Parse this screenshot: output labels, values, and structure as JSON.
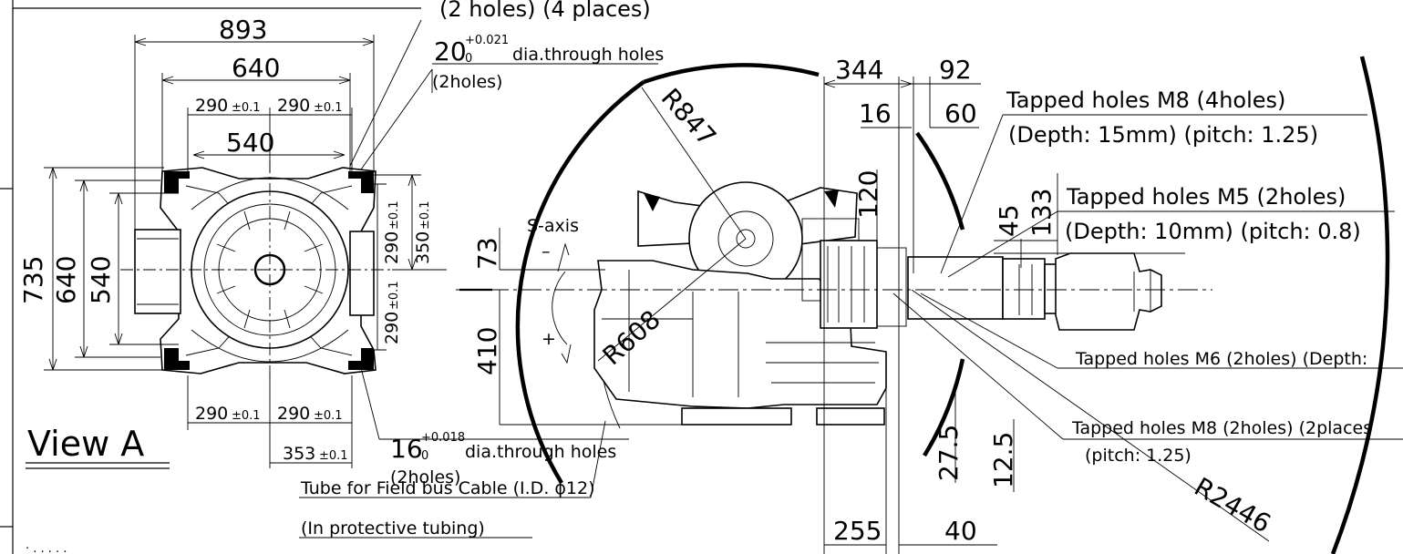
{
  "view_a": {
    "label": "View A",
    "dims": {
      "w893": "893",
      "w640": "640",
      "w290a": "290",
      "w290a_tol": "±0.1",
      "w290b": "290",
      "w290b_tol": "±0.1",
      "w540": "540",
      "h735": "735",
      "h640": "640",
      "h540": "540",
      "v290a": "290",
      "v290a_tol": "±0.1",
      "v350": "350",
      "v350_tol": "±0.1",
      "v290b": "290",
      "v290b_tol": "±0.1",
      "b290a": "290",
      "b290a_tol": "±0.1",
      "b290b": "290",
      "b290b_tol": "±0.1",
      "b353": "353",
      "b353_tol": "±0.1"
    },
    "notes": {
      "top_partial": "(2 holes) (4 places)",
      "hole20_value": "20",
      "hole20_upper": "+0.021",
      "hole20_lower": "0",
      "hole20_text": "dia.through holes",
      "hole20_count": "(2holes)",
      "hole16_value": "16",
      "hole16_upper": "+0.018",
      "hole16_lower": "0",
      "hole16_text": "dia.through holes",
      "hole16_count": "(2holes)",
      "tube_line1": "Tube for Field bus Cable (I.D. ϕ12)",
      "tube_line2": "(In protective tubing)"
    }
  },
  "main_view": {
    "radii": {
      "r847": "R847",
      "r608": "R608",
      "r2446": "R2446"
    },
    "s_axis": "S-axis",
    "minus": "–",
    "plus": "+",
    "dims": {
      "d344": "344",
      "d92": "92",
      "d16": "16",
      "d60": "60",
      "d120": "120",
      "d133": "133",
      "d45": "45",
      "d73": "73",
      "d410": "410",
      "d27_5": "27.5",
      "d12_5": "12.5",
      "d255": "255",
      "d40": "40"
    },
    "notes": {
      "m8_4_line1": "Tapped holes  M8 (4holes)",
      "m8_4_line2": "(Depth: 15mm)  (pitch: 1.25)",
      "m5_line1": "Tapped  holes  M5 (2holes)",
      "m5_line2": "(Depth: 10mm)  (pitch: 0.8)",
      "m6_line": "Tapped holes  M6 (2holes)  (Depth:",
      "m8_2_line1": "Tapped holes  M8 (2holes)  (2places",
      "m8_2_line2": "(pitch: 1.25)"
    }
  },
  "footer": {
    "partial_text": "· . . . . ."
  }
}
